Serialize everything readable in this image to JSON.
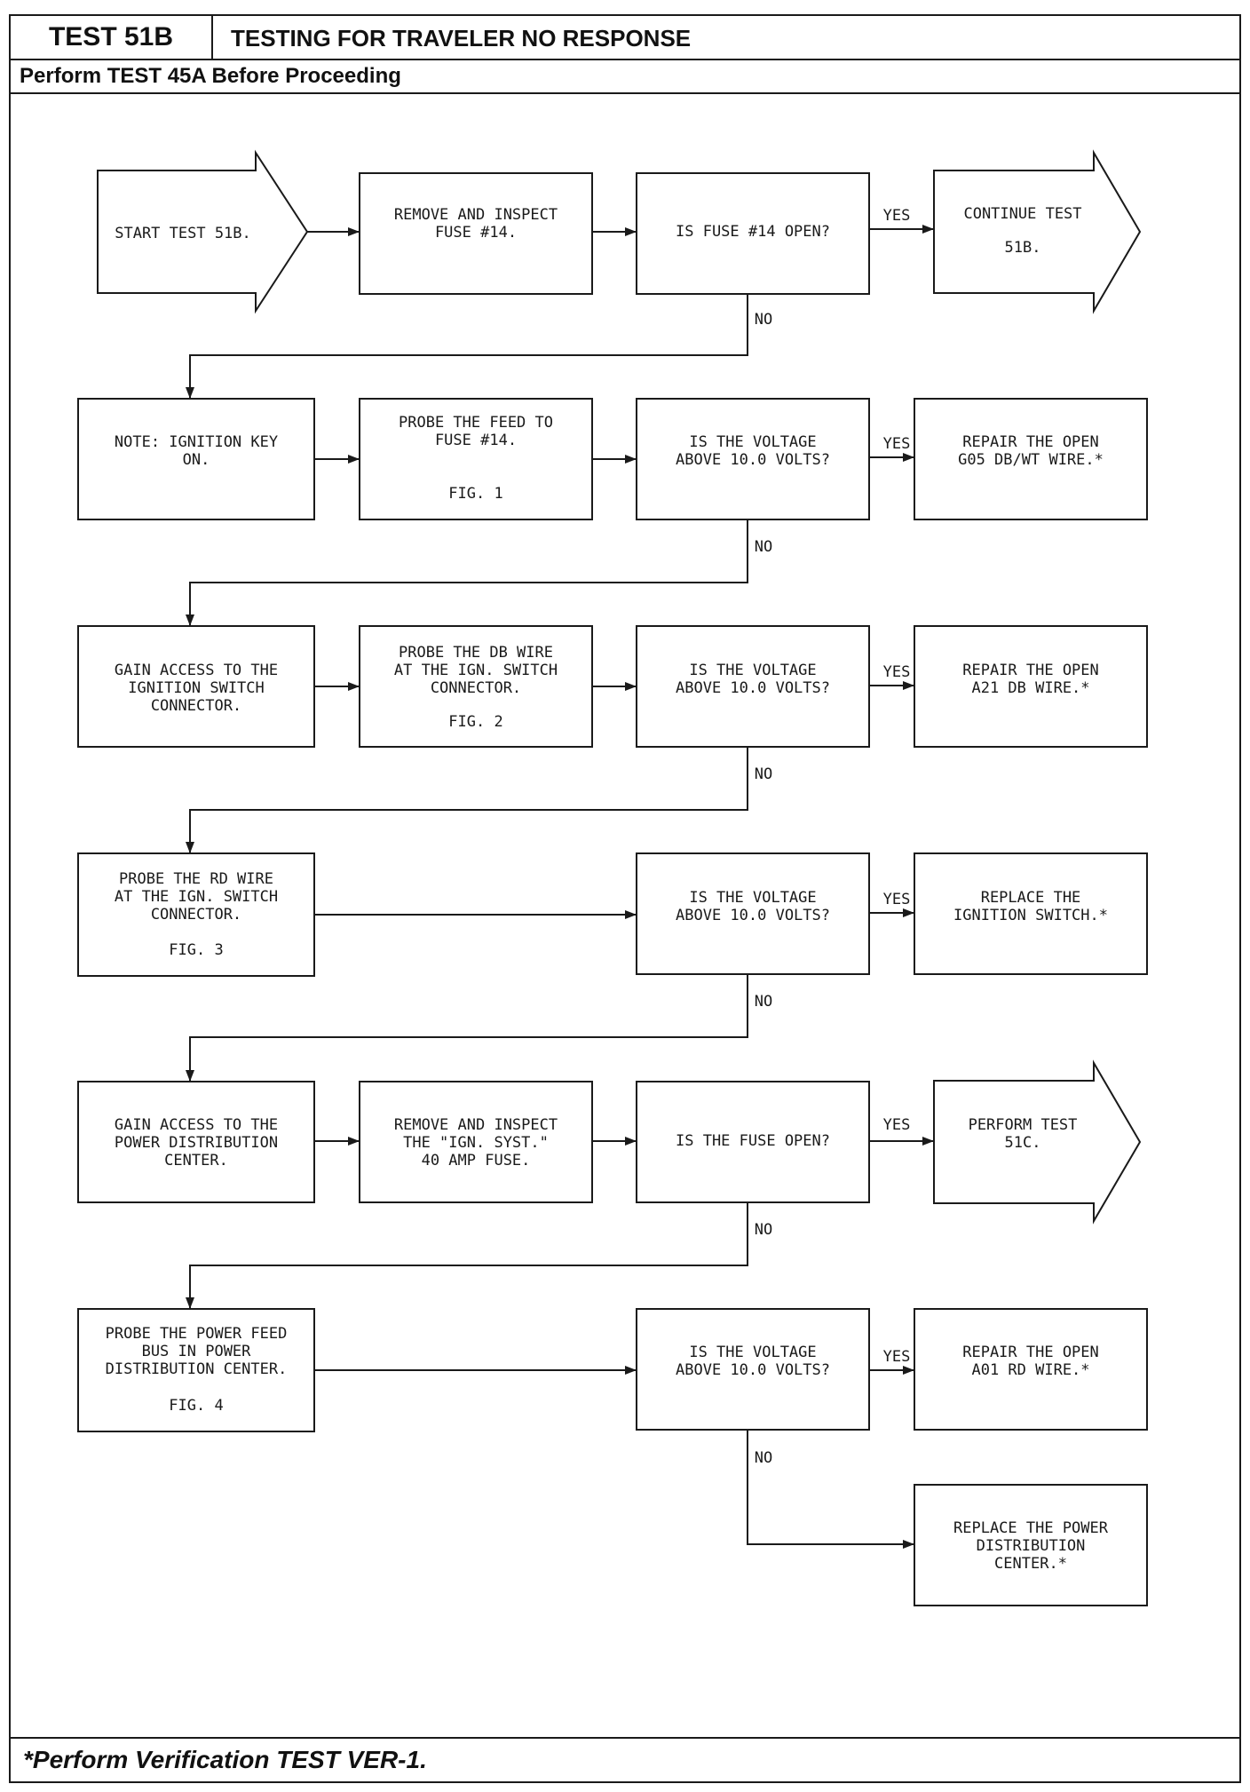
{
  "header": {
    "test_id": "TEST 51B",
    "title": "TESTING FOR TRAVELER NO RESPONSE",
    "prerequisite": "Perform TEST 45A Before Proceeding"
  },
  "footer": {
    "note": "*Perform Verification TEST VER-1."
  },
  "flowchart": {
    "start": [
      "START TEST 51B."
    ],
    "remove_inspect_fuse14": [
      "REMOVE AND INSPECT",
      "FUSE #14."
    ],
    "q_fuse14_open": [
      "IS FUSE #14 OPEN?"
    ],
    "continue_51b": [
      "CONTINUE TEST",
      "51B."
    ],
    "note_ignition_key": [
      "NOTE: IGNITION KEY",
      "ON."
    ],
    "probe_feed_fuse14": [
      "PROBE THE FEED TO",
      "FUSE #14."
    ],
    "probe_feed_fig": "FIG. 1",
    "q_voltage_1": [
      "IS THE VOLTAGE",
      "ABOVE 10.0 VOLTS?"
    ],
    "repair_g05": [
      "REPAIR THE OPEN",
      "G05 DB/WT WIRE.*"
    ],
    "gain_access_ign": [
      "GAIN ACCESS TO THE",
      "IGNITION SWITCH",
      "CONNECTOR."
    ],
    "probe_db_wire": [
      "PROBE THE DB WIRE",
      "AT THE IGN. SWITCH",
      "CONNECTOR."
    ],
    "probe_db_fig": "FIG. 2",
    "q_voltage_2": [
      "IS THE VOLTAGE",
      "ABOVE 10.0 VOLTS?"
    ],
    "repair_a21": [
      "REPAIR THE OPEN",
      "A21 DB WIRE.*"
    ],
    "probe_rd_wire": [
      "PROBE THE RD WIRE",
      "AT THE IGN. SWITCH",
      "CONNECTOR."
    ],
    "probe_rd_fig": "FIG. 3",
    "q_voltage_3": [
      "IS THE VOLTAGE",
      "ABOVE 10.0 VOLTS?"
    ],
    "replace_ign_switch": [
      "REPLACE THE",
      "IGNITION SWITCH.*"
    ],
    "gain_access_pdc": [
      "GAIN ACCESS TO THE",
      "POWER DISTRIBUTION",
      "CENTER."
    ],
    "remove_inspect_ign_fuse": [
      "REMOVE AND INSPECT",
      "THE \"IGN. SYST.\"",
      "40 AMP FUSE."
    ],
    "q_fuse_open": [
      "IS THE FUSE OPEN?"
    ],
    "perform_51c": [
      "PERFORM TEST",
      "51C."
    ],
    "probe_power_feed": [
      "PROBE THE POWER FEED",
      "BUS IN POWER",
      "DISTRIBUTION CENTER."
    ],
    "probe_power_fig": "FIG. 4",
    "q_voltage_4": [
      "IS THE VOLTAGE",
      "ABOVE 10.0 VOLTS?"
    ],
    "repair_a01": [
      "REPAIR THE OPEN",
      "A01 RD WIRE.*"
    ],
    "replace_pdc": [
      "REPLACE THE POWER",
      "DISTRIBUTION",
      "CENTER.*"
    ],
    "labels": {
      "yes": "YES",
      "no": "NO"
    }
  }
}
